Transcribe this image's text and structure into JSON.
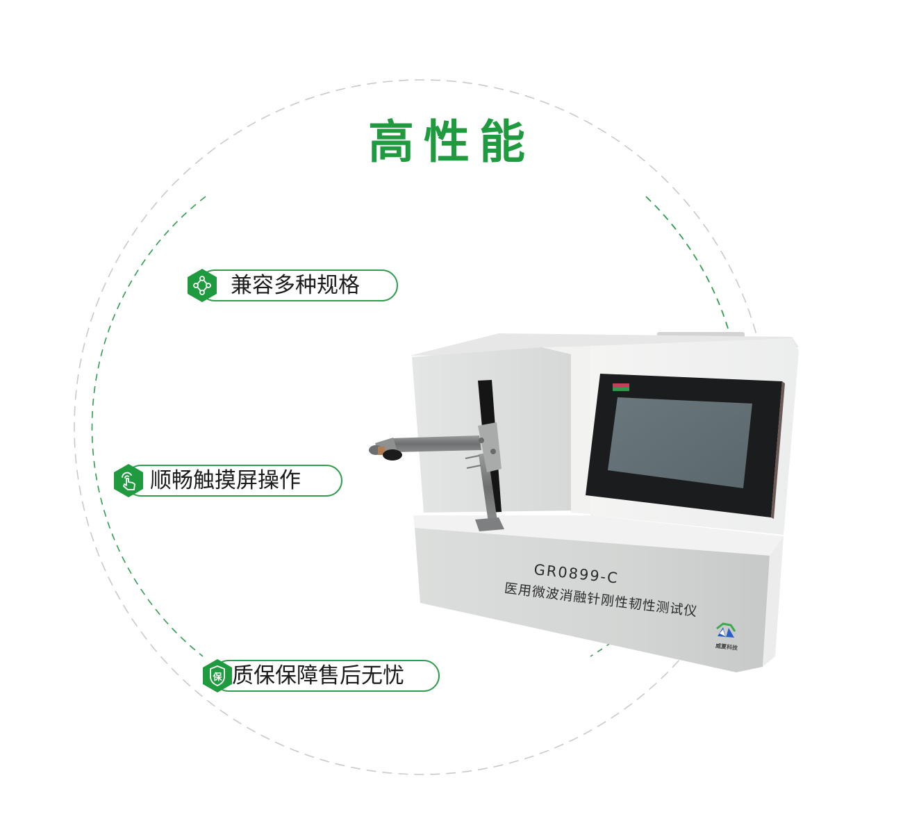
{
  "title": "高性能",
  "features": [
    {
      "label": "兼容多种规格",
      "icon": "nodes-icon"
    },
    {
      "label": "顺畅触摸屏操作",
      "icon": "touch-hand-icon"
    },
    {
      "label": "质保保障售后无忧",
      "icon": "warranty-shield-icon",
      "icon_text": "保"
    }
  ],
  "product": {
    "model": "GR0899-C",
    "name": "医用微波消融针刚性韧性测试仪",
    "brand": "威夏科技"
  },
  "colors": {
    "accent_green": "#1f9a3f",
    "pill_border": "#2e9d4d",
    "ring_green": "#2e9d4d",
    "ring_gray": "#c8c8c8",
    "device_body": "#e9eae9",
    "screen": "#5f6e74",
    "brand_blue": "#2b5fc4"
  }
}
